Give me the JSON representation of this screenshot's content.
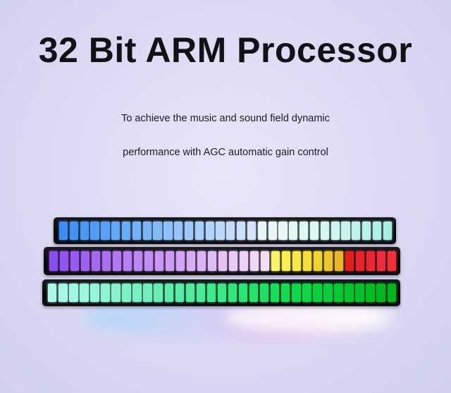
{
  "headline": "32 Bit ARM Processor",
  "subtitle_line1": "To achieve the music and sound field dynamic",
  "subtitle_line2": "performance with AGC automatic gain control",
  "light_bars": [
    {
      "segments": 32,
      "colors": [
        "#3f8cf0",
        "#4592f2",
        "#4b97f3",
        "#529cf4",
        "#5aa1f5",
        "#62a6f6",
        "#6aabf7",
        "#73b0f7",
        "#7bb5f8",
        "#84baf8",
        "#8dbff9",
        "#96c4f9",
        "#9fc9fa",
        "#a8cefa",
        "#b1d3fa",
        "#bbd8fb",
        "#c4dcfb",
        "#cde0fb",
        "#d6e4fb",
        "#e6f5f8",
        "#e8f7f6",
        "#e6f8f4",
        "#e2f8f3",
        "#def8f2",
        "#daf7f1",
        "#d4f6f0",
        "#cef5ef",
        "#c8f4ee",
        "#c0f2ec",
        "#b8f0ea",
        "#b0eee8",
        "#a8ece6"
      ]
    },
    {
      "segments": 33,
      "colors": [
        "#8a4ef0",
        "#9254f1",
        "#9a5af2",
        "#a061f3",
        "#a668f3",
        "#ac6ff4",
        "#b277f4",
        "#b87ef5",
        "#be86f5",
        "#c48df6",
        "#c995f6",
        "#ce9cf6",
        "#d3a4f7",
        "#d8acf7",
        "#dcb3f8",
        "#e0bbf8",
        "#e4c2f8",
        "#e8c9f9",
        "#ecd0f9",
        "#f0d7fa",
        "#f5dcf3",
        "#faf36a",
        "#f9ee55",
        "#f7e748",
        "#f5de3c",
        "#f2d232",
        "#eec52c",
        "#e8b628",
        "#e0201e",
        "#e6242a",
        "#ea2834",
        "#ee2c3e",
        "#f2303a"
      ]
    },
    {
      "segments": 33,
      "colors": [
        "#aef8ea",
        "#a8f7e6",
        "#a2f6e2",
        "#9cf5dd",
        "#96f4d8",
        "#8ff3d3",
        "#88f2cd",
        "#80f1c7",
        "#78f0c1",
        "#70efba",
        "#68eeb3",
        "#60edac",
        "#58eca4",
        "#50eb9c",
        "#48ea94",
        "#40e98c",
        "#38e884",
        "#32e67c",
        "#2ce474",
        "#26e26c",
        "#20e064",
        "#1bdd5c",
        "#16da54",
        "#12d74d",
        "#0ed446",
        "#0bd040",
        "#09cc3a",
        "#07c834",
        "#06c42f",
        "#05c02a",
        "#04bc26",
        "#03b822",
        "#02b41e"
      ]
    }
  ]
}
